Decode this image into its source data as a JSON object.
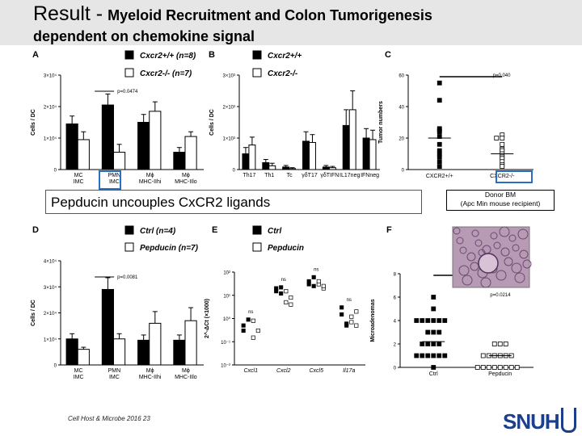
{
  "header": {
    "title_main": "Result -",
    "title_rest": "Myeloid Recruitment and Colon Tumorigenesis",
    "title_line2": "dependent on chemokine signal"
  },
  "panels": {
    "A": "A",
    "B": "B",
    "C": "C",
    "D": "D",
    "E": "E",
    "F": "F"
  },
  "legends": {
    "A": [
      {
        "label": "Cxcr2+/+ (n=8)",
        "color": "#000000"
      },
      {
        "label": "Cxcr2-/- (n=7)",
        "color": "#ffffff"
      }
    ],
    "B": [
      {
        "label": "Cxcr2+/+",
        "color": "#000000"
      },
      {
        "label": "Cxcr2-/-",
        "color": "#ffffff"
      }
    ],
    "D": [
      {
        "label": "Ctrl (n=4)",
        "color": "#000000"
      },
      {
        "label": "Pepducin (n=7)",
        "color": "#ffffff"
      }
    ],
    "E": [
      {
        "label": "Ctrl",
        "color": "#000000"
      },
      {
        "label": "Pepducin",
        "color": "#ffffff"
      }
    ]
  },
  "banner": "Pepducin uncouples CxCR2 ligands",
  "donor_box": {
    "line1": "Donor BM",
    "line2": "(Apc Min mouse recipient)"
  },
  "citation": "Cell Host & Microbe 2016 23",
  "logo": "SNUH",
  "chart_data": [
    {
      "panel": "A",
      "type": "bar",
      "ylabel": "Cells / DC",
      "yticks": [
        "0",
        "1×10⁴",
        "2×10⁴",
        "3×10⁴"
      ],
      "ylim": [
        0,
        30000
      ],
      "categories": [
        "MC IMC",
        "PMN IMC",
        "Mϕ MHC-IIhi",
        "Mϕ MHC-IIlo"
      ],
      "series": [
        {
          "name": "Cxcr2+/+",
          "values": [
            14500,
            20500,
            15000,
            5500
          ],
          "errors": [
            2500,
            3500,
            2500,
            1500
          ]
        },
        {
          "name": "Cxcr2-/-",
          "values": [
            9500,
            5500,
            18500,
            10500
          ],
          "errors": [
            2500,
            2500,
            3000,
            1500
          ]
        }
      ],
      "annotation": "p=0.0474"
    },
    {
      "panel": "B",
      "type": "bar",
      "ylabel": "Cells / DC",
      "yticks": [
        "0",
        "1×10³",
        "2×10³",
        "3×10³"
      ],
      "ylim": [
        0,
        3000
      ],
      "categories": [
        "Th17",
        "Th1",
        "Tc",
        "γδT17",
        "γδTIFN",
        "IL17neg",
        "IFNneg"
      ],
      "series": [
        {
          "name": "Cxcr2+/+",
          "values": [
            500,
            220,
            80,
            900,
            80,
            1400,
            1000
          ],
          "errors": [
            200,
            100,
            50,
            300,
            50,
            500,
            300
          ]
        },
        {
          "name": "Cxcr2-/-",
          "values": [
            780,
            120,
            30,
            860,
            60,
            1900,
            950
          ],
          "errors": [
            250,
            80,
            30,
            250,
            40,
            600,
            300
          ]
        }
      ]
    },
    {
      "panel": "C",
      "type": "scatter",
      "ylabel": "Tumor numbers",
      "yticks": [
        "0",
        "20",
        "40",
        "60"
      ],
      "ylim": [
        0,
        60
      ],
      "categories": [
        "CXCR2+/+",
        "CXCR2-/-"
      ],
      "series": [
        {
          "name": "CXCR2+/+",
          "values": [
            55,
            44,
            26,
            25,
            24,
            21,
            16,
            12,
            10,
            8,
            5,
            2
          ]
        },
        {
          "name": "CXCR2-/-",
          "values": [
            22,
            20,
            20,
            16,
            13,
            12,
            10,
            8,
            7,
            5,
            3,
            2
          ]
        }
      ],
      "means": [
        20,
        10
      ],
      "annotation": "p=0.040"
    },
    {
      "panel": "D",
      "type": "bar",
      "ylabel": "Cells / DC",
      "yticks": [
        "0",
        "1×10⁴",
        "2×10⁴",
        "3×10⁴",
        "4×10⁴"
      ],
      "ylim": [
        0,
        40000
      ],
      "categories": [
        "MC IMC",
        "PMN IMC",
        "Mϕ MHC-IIhi",
        "Mϕ MHC-IIlo"
      ],
      "series": [
        {
          "name": "Ctrl",
          "values": [
            10000,
            29000,
            9500,
            9500
          ],
          "errors": [
            2000,
            4500,
            2000,
            2000
          ]
        },
        {
          "name": "Pepducin",
          "values": [
            6000,
            10000,
            16000,
            17000
          ],
          "errors": [
            800,
            2000,
            4500,
            5000
          ]
        }
      ],
      "annotation": "p=0.0081"
    },
    {
      "panel": "E",
      "type": "scatter",
      "ylabel": "2^-ΔCt (×1000)",
      "ylog": true,
      "yticks": [
        "10⁻²",
        "10⁻¹",
        "10⁰",
        "10¹",
        "10²"
      ],
      "ylim": [
        0.01,
        100
      ],
      "categories": [
        "Cxcl1",
        "Cxcl2",
        "Cxcl5",
        "Il17a"
      ],
      "series": [
        {
          "name": "Ctrl",
          "values": [
            [
              0.5,
              0.9,
              0.3
            ],
            [
              20,
              12,
              15,
              22
            ],
            [
              40,
              60,
              30,
              25
            ],
            [
              3,
              0.5,
              1.5,
              0.6
            ]
          ]
        },
        {
          "name": "Pepducin",
          "values": [
            [
              0.8,
              0.3,
              0.15
            ],
            [
              15,
              8,
              5,
              4
            ],
            [
              30,
              20,
              40,
              25
            ],
            [
              1.2,
              0.5,
              0.7,
              2
            ]
          ]
        }
      ],
      "annotations": [
        "ns",
        "ns",
        "ns",
        "ns"
      ]
    },
    {
      "panel": "F",
      "type": "scatter",
      "ylabel": "Microadenomas",
      "yticks": [
        "0",
        "2",
        "4",
        "6",
        "8"
      ],
      "ylim": [
        0,
        8
      ],
      "categories": [
        "Ctrl",
        "Pepducin"
      ],
      "series": [
        {
          "name": "Ctrl",
          "values": [
            6,
            5,
            4,
            4,
            4,
            4,
            4,
            4,
            3,
            3,
            3,
            2,
            2,
            2,
            2,
            1,
            1,
            1,
            1,
            1,
            1,
            0
          ]
        },
        {
          "name": "Pepducin",
          "values": [
            2,
            2,
            2,
            1,
            1,
            1,
            1,
            1,
            1,
            0,
            0,
            0,
            0,
            0,
            0,
            0,
            0
          ]
        }
      ],
      "means": [
        2.2,
        1.0
      ],
      "annotation": "p=0.0214"
    }
  ]
}
